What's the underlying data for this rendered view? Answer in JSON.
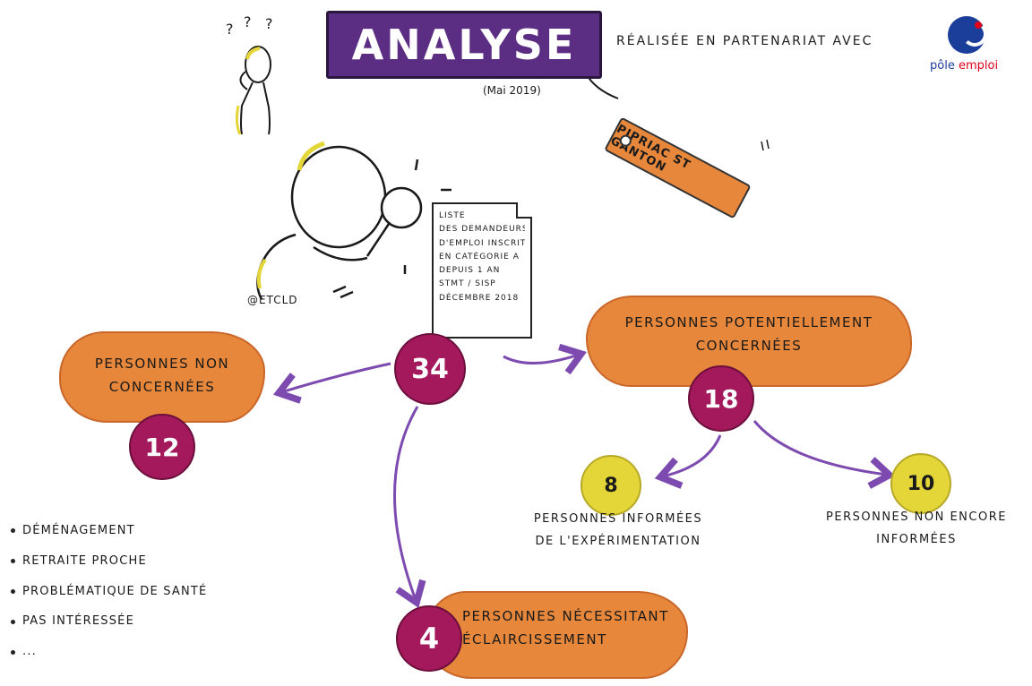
{
  "header": {
    "title": "ANALYSE",
    "subtitle": "Réalisée en partenariat avec",
    "date": "(Mai 2019)",
    "tag": "Pipriac St Ganton"
  },
  "logo": {
    "name_a": "pôle",
    "name_b": "emploi",
    "icon": "pole-emploi-logo-icon"
  },
  "credit": "@ETCLD",
  "document": {
    "lines": [
      "Liste",
      "des demandeurs",
      "d'emploi inscrits",
      "en catégorie A",
      "depuis 1 an",
      "STMT / SISP",
      "décembre 2018"
    ]
  },
  "nodes": {
    "total": {
      "value": "34"
    },
    "non_concernees": {
      "label_1": "Personnes non",
      "label_2": "concernées",
      "value": "12"
    },
    "potentiellement": {
      "label_1": "Personnes potentiellement",
      "label_2": "concernées",
      "value": "18"
    },
    "informees": {
      "value": "8",
      "label_1": "Personnes informées",
      "label_2": "de l'expérimentation"
    },
    "non_informees": {
      "value": "10",
      "label_1": "Personnes non encore",
      "label_2": "informées"
    },
    "eclaircissement": {
      "value": "4",
      "label_1": "Personnes nécessitant",
      "label_2": "éclaircissement"
    }
  },
  "reasons": [
    "Déménagement",
    "Retraite proche",
    "Problématique de santé",
    "Pas intéressée",
    "..."
  ],
  "colors": {
    "purple_banner": "#5b2d83",
    "orange": "#e7873b",
    "magenta": "#a3195b",
    "yellow": "#e4d638",
    "arrow": "#7d4bb0"
  }
}
